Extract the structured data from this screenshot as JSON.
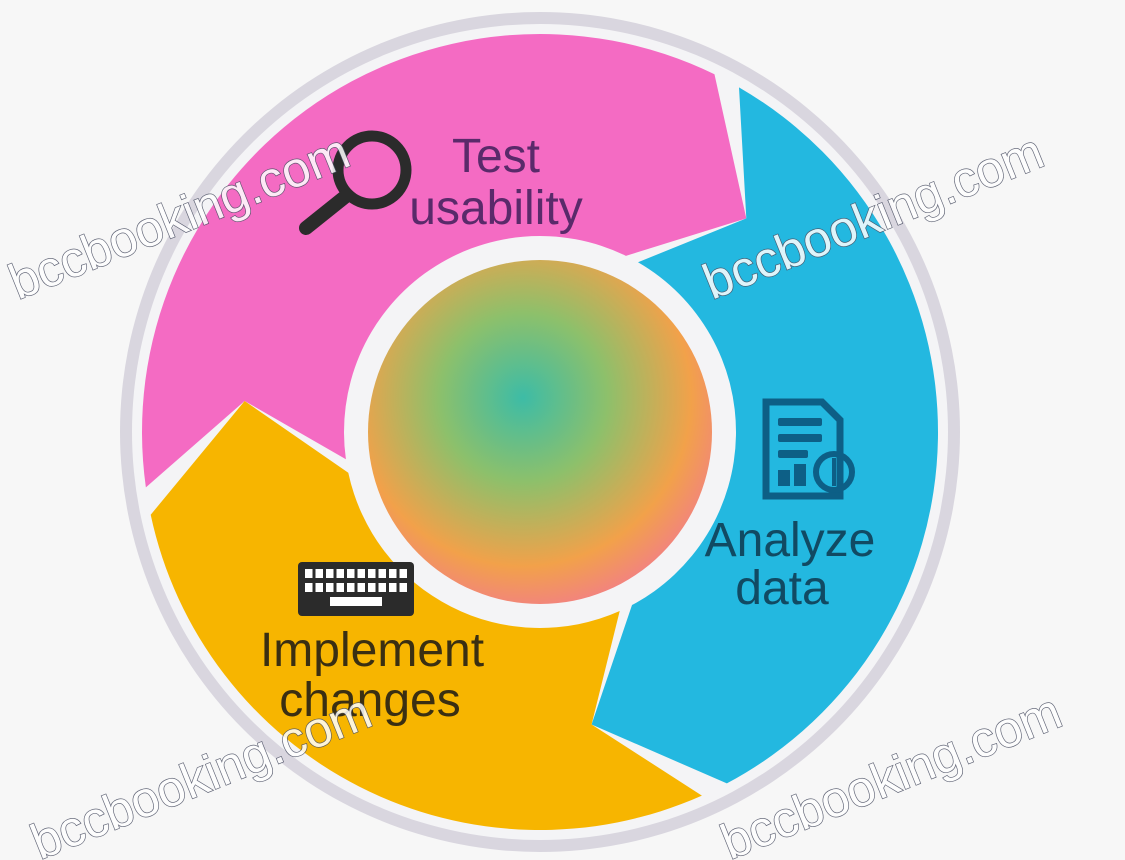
{
  "diagram": {
    "colors": {
      "background": "#f7f7f7",
      "outer_ring": "#d9d6df",
      "gap": "#f4f4f6",
      "test": "#f46bc3",
      "analyze": "#23b8e0",
      "implement": "#f7b500",
      "center_stops": [
        "#3dbca6",
        "#8dc06b",
        "#f2a14a",
        "#f36fa2"
      ],
      "label_test": "#5a2a6a",
      "label_analyze": "#114a63",
      "label_implement": "#3a2f12",
      "icon": "#2b2b2b",
      "icon_analyze": "#0d5f86"
    },
    "segments": {
      "test": {
        "icon": "magnifier-icon",
        "lines": [
          "Test",
          "usability"
        ]
      },
      "analyze": {
        "icon": "data-document-icon",
        "lines": [
          "Analyze",
          "data"
        ]
      },
      "implement": {
        "icon": "keyboard-icon",
        "lines": [
          "Implement",
          "changes"
        ]
      }
    },
    "watermark": "bccbooking.com"
  }
}
